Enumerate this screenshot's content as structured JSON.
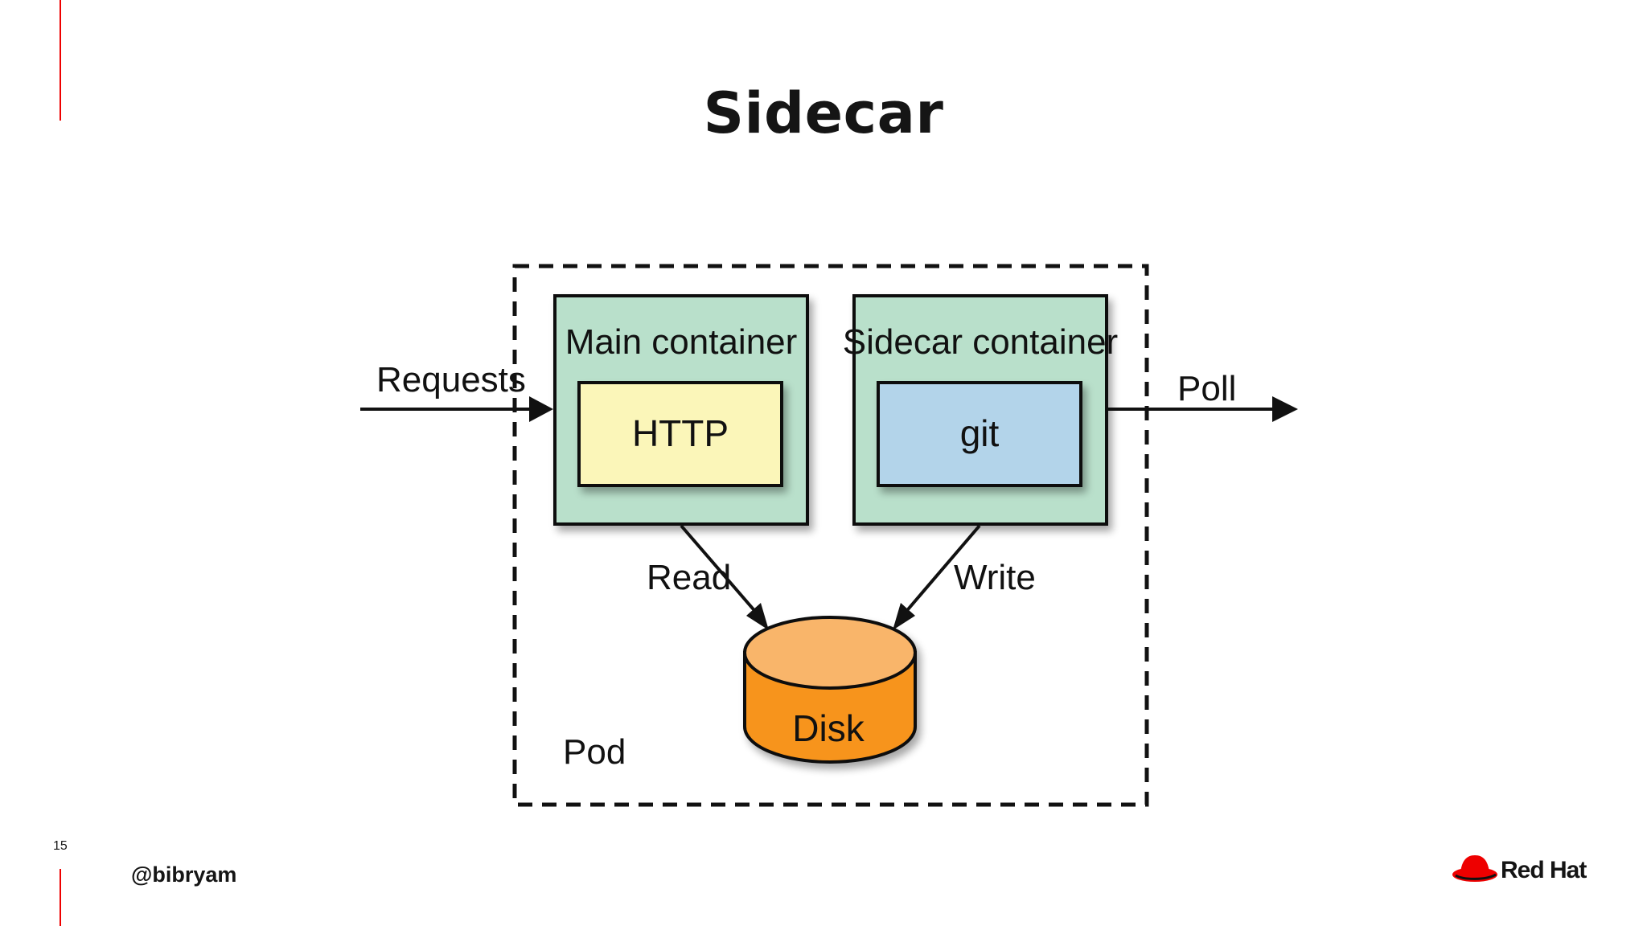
{
  "slide": {
    "title": "Sidecar",
    "page_number": "15",
    "handle": "@bibryam",
    "logo_text": "Red Hat"
  },
  "diagram": {
    "pod_label": "Pod",
    "main_container": {
      "label": "Main container",
      "inner_label": "HTTP",
      "fill": "#b9e0cb",
      "inner_fill": "#fbf6b9"
    },
    "sidecar_container": {
      "label": "Sidecar container",
      "inner_label": "git",
      "fill": "#b9e0cb",
      "inner_fill": "#b3d4ea"
    },
    "disk": {
      "label": "Disk",
      "fill": "#f7941d",
      "top_fill": "#f9b56a"
    },
    "edges": {
      "requests": "Requests",
      "poll": "Poll",
      "read": "Read",
      "write": "Write"
    }
  },
  "colors": {
    "accent_red": "#ee0000",
    "text": "#151515"
  }
}
